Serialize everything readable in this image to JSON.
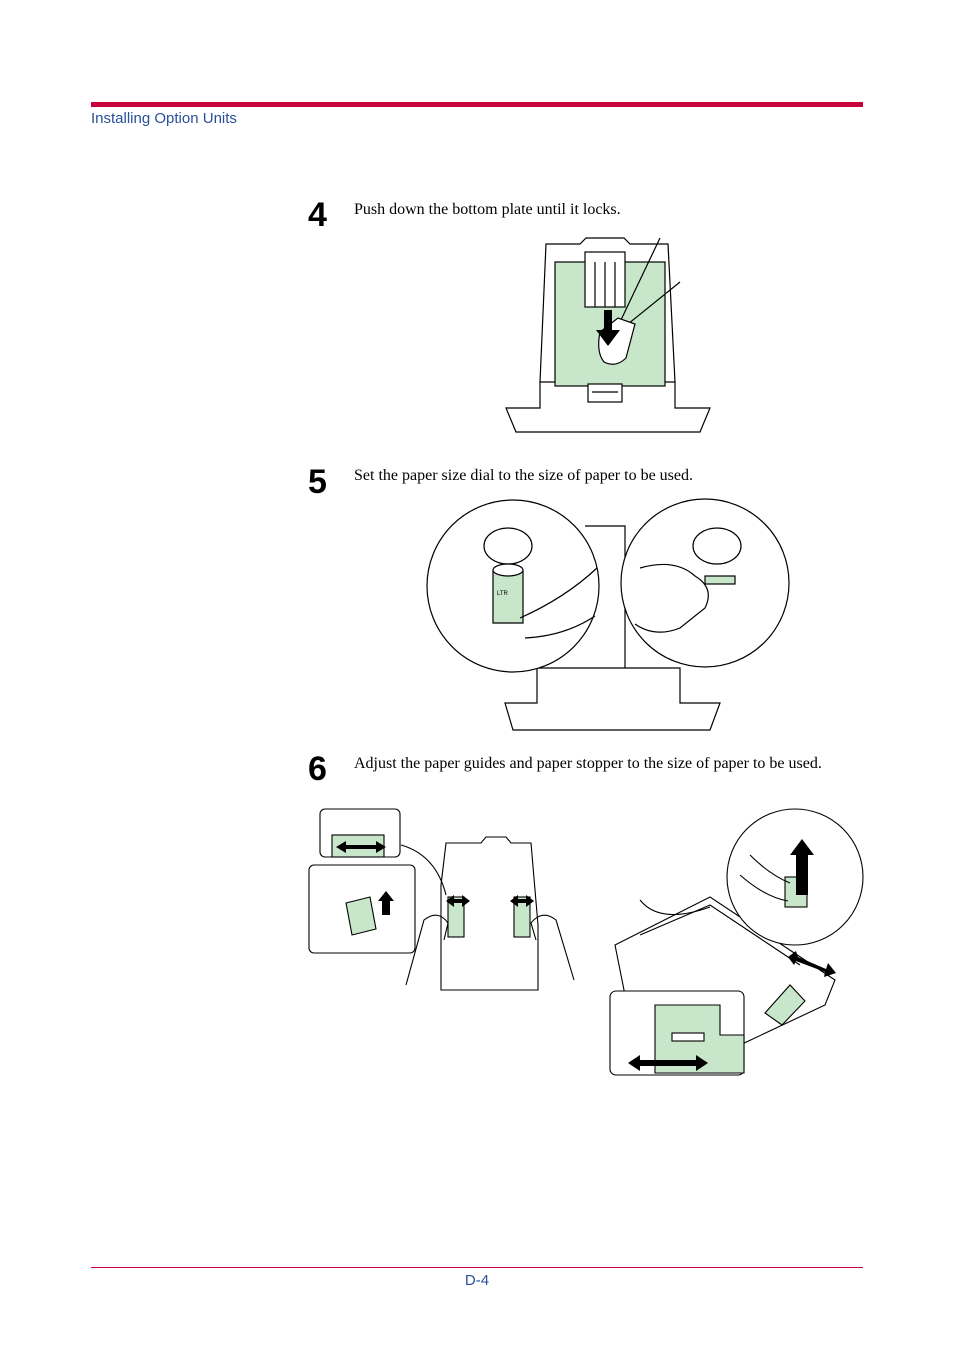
{
  "header": {
    "section_title": "Installing Option Units"
  },
  "steps": [
    {
      "number": "4",
      "text": "Push down the bottom plate until it locks."
    },
    {
      "number": "5",
      "text": "Set the paper size dial to the size of paper to be used."
    },
    {
      "number": "6",
      "text": "Adjust the paper guides and paper stopper to the size of paper to be used."
    }
  ],
  "figures": {
    "dial_label": "LTR"
  },
  "footer": {
    "page_number": "D-4"
  },
  "colors": {
    "accent": "#c8003c",
    "link_blue": "#2a4f9a",
    "part_green": "#c8e6c9"
  }
}
